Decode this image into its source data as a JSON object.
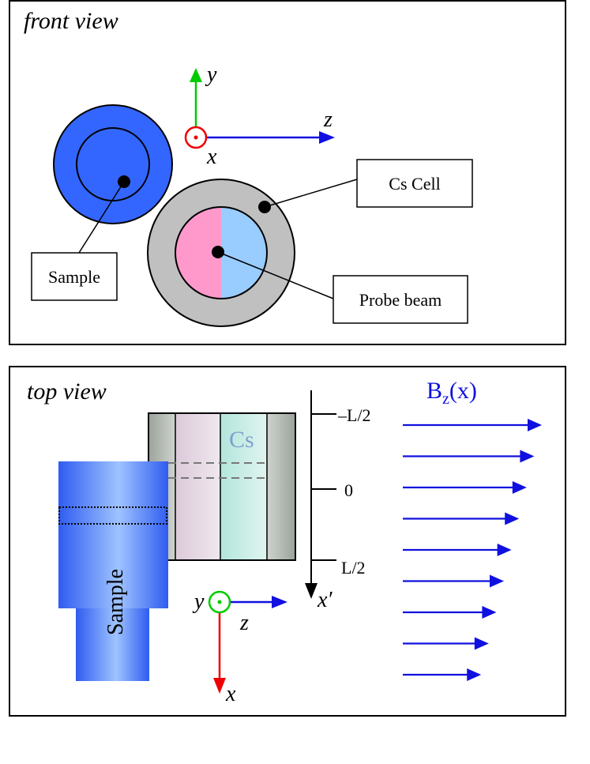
{
  "front": {
    "title": "front view",
    "axis_y": "y",
    "axis_z": "z",
    "axis_x": "x",
    "label_cs_cell": "Cs Cell",
    "label_sample": "Sample",
    "label_probe": "Probe beam"
  },
  "top": {
    "title": "top view",
    "field_base": "B",
    "field_sub": "z",
    "field_arg": "(x)",
    "cs_label": "Cs",
    "tick_top": "–L/2",
    "tick_mid": "0",
    "tick_bot": "L/2",
    "axis_xprime": "x′",
    "axis_y": "y",
    "axis_z": "z",
    "axis_x": "x",
    "sample_label": "Sample",
    "field_arrow_count": 9
  },
  "colors": {
    "blue": "#1010e0",
    "green": "#00cc00",
    "red": "#ee0000",
    "sample_blue": "#3366ff",
    "cell_gray": "#c0c0c0",
    "pink": "#ff99cc",
    "light_blue": "#99ccff"
  }
}
